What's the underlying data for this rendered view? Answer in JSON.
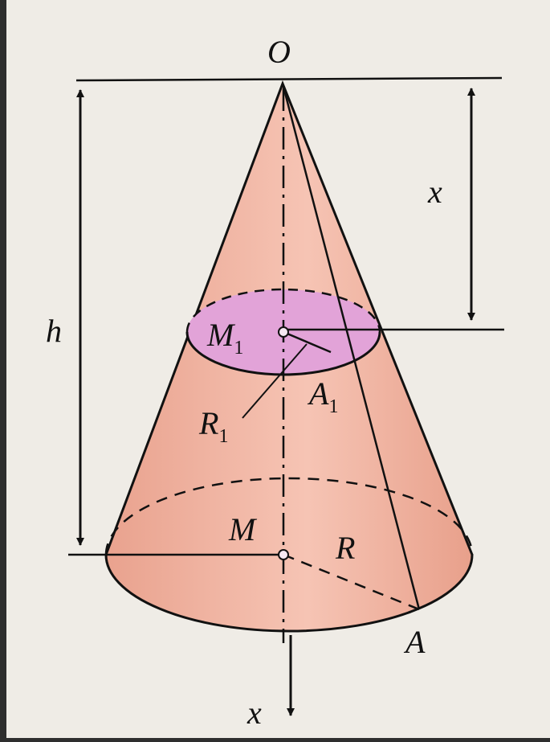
{
  "colors": {
    "frame": "#2e2e2e",
    "paper": "#efece6",
    "cone_fill": "#f0b09e",
    "cone_shade": "#e69c88",
    "section_fill": "#e2a3d8",
    "ink": "#111111"
  },
  "labels": {
    "apex": "O",
    "height": "h",
    "distance": "x",
    "section_center": "M",
    "section_center_sub": "1",
    "section_radius": "R",
    "section_radius_sub": "1",
    "section_point": "A",
    "section_point_sub": "1",
    "base_center": "M",
    "base_radius": "R",
    "base_point": "A",
    "axis": "x"
  }
}
